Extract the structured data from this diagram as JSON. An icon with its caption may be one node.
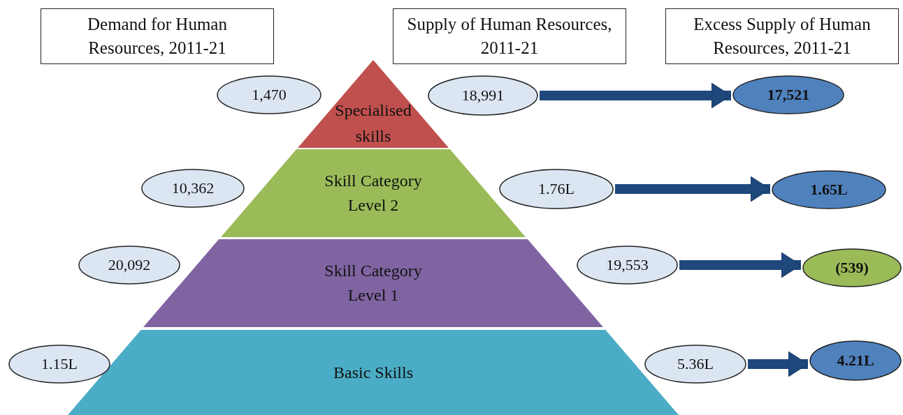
{
  "diagram": {
    "nodes": [
      {
        "text": [
          "Demand for Human Resources, 2011-21"
        ]
      },
      {
        "text": [
          "Supply of Human Resources, 2011-21"
        ]
      },
      {
        "text": [
          "Excess Supply of Human Resources, 2011-21"
        ]
      },
      {
        "text": [
          "Specialised skills"
        ]
      },
      {
        "text": [
          "Skill Category Level 2"
        ]
      },
      {
        "text": [
          "Skill Category Level 1"
        ]
      },
      {
        "text": [
          "Basic Skills"
        ]
      },
      {
        "text": [
          "1,470"
        ]
      },
      {
        "text": [
          "10,362"
        ]
      },
      {
        "text": [
          "20,092"
        ]
      },
      {
        "text": [
          "1.15L"
        ]
      },
      {
        "text": [
          "18,991"
        ]
      },
      {
        "text": [
          "1.76L"
        ]
      },
      {
        "text": [
          "19,553"
        ]
      },
      {
        "text": [
          "5.36L"
        ]
      },
      {
        "text": [
          "17,521"
        ]
      },
      {
        "text": [
          "1.65L"
        ]
      },
      {
        "text": [
          "(539)"
        ]
      },
      {
        "text": [
          "4.21L"
        ]
      }
    ],
    "edges": [
      {
        "from": 11,
        "to": 15,
        "arrow": "to"
      },
      {
        "from": 12,
        "to": 16,
        "arrow": "to"
      },
      {
        "from": 13,
        "to": 17,
        "arrow": "to"
      },
      {
        "from": 14,
        "to": 18,
        "arrow": "to"
      }
    ]
  }
}
